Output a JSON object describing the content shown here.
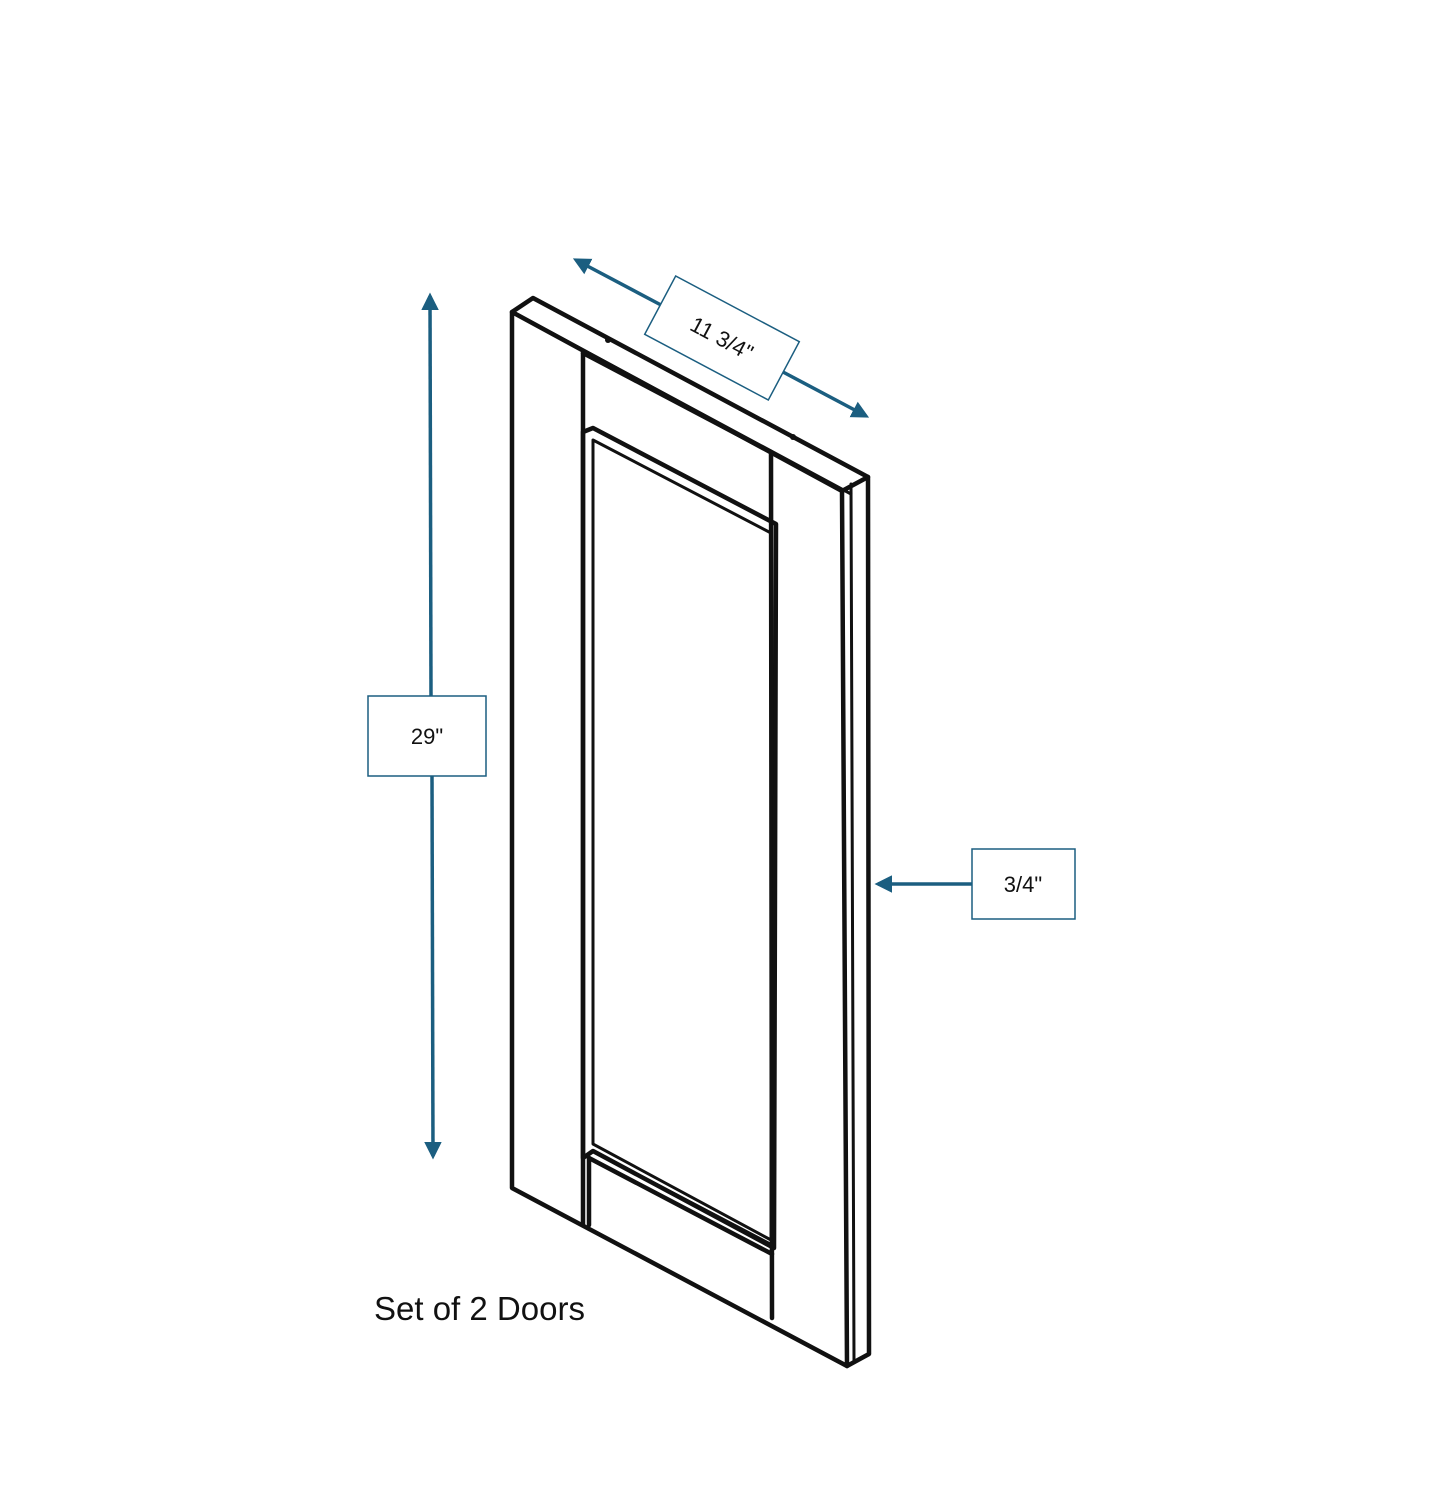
{
  "dimensions": {
    "height": "29\"",
    "width": "11 3/4\"",
    "thickness": "3/4\""
  },
  "caption": "Set of 2 Doors",
  "colors": {
    "dimension_arrows": "#1b5e80",
    "outline": "#111111",
    "background": "#ffffff"
  }
}
